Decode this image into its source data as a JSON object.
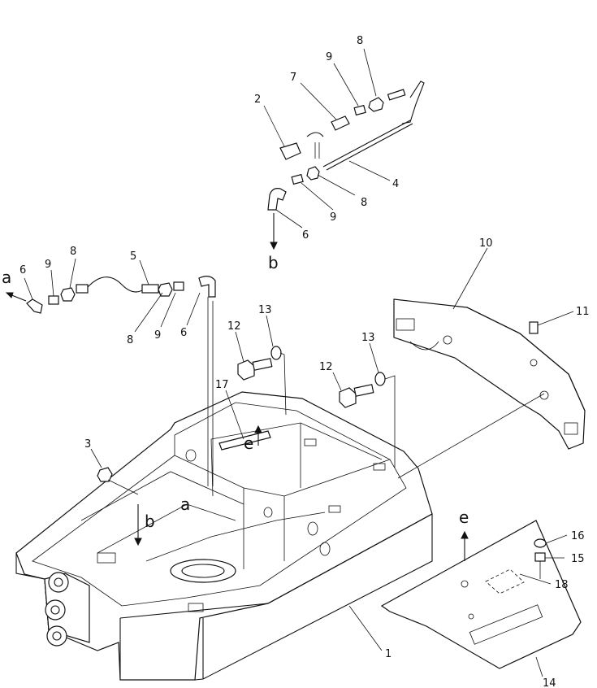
{
  "callouts": [
    {
      "id": "c8-top",
      "text": "8"
    },
    {
      "id": "c9-top",
      "text": "9"
    },
    {
      "id": "c7",
      "text": "7"
    },
    {
      "id": "c2",
      "text": "2"
    },
    {
      "id": "c4",
      "text": "4"
    },
    {
      "id": "c8-mid",
      "text": "8"
    },
    {
      "id": "c9-mid",
      "text": "9"
    },
    {
      "id": "c6-top",
      "text": "6"
    },
    {
      "id": "c5",
      "text": "5"
    },
    {
      "id": "c6-left",
      "text": "6"
    },
    {
      "id": "c9-left",
      "text": "9"
    },
    {
      "id": "c8-left",
      "text": "8"
    },
    {
      "id": "c8-left-low",
      "text": "8"
    },
    {
      "id": "c9-left-low",
      "text": "9"
    },
    {
      "id": "c6-left-low",
      "text": "6"
    },
    {
      "id": "c10",
      "text": "10"
    },
    {
      "id": "c11",
      "text": "11"
    },
    {
      "id": "c12-a",
      "text": "12"
    },
    {
      "id": "c13-a",
      "text": "13"
    },
    {
      "id": "c13-b",
      "text": "13"
    },
    {
      "id": "c12-b",
      "text": "12"
    },
    {
      "id": "c17",
      "text": "17"
    },
    {
      "id": "c3",
      "text": "3"
    },
    {
      "id": "c16",
      "text": "16"
    },
    {
      "id": "c15",
      "text": "15"
    },
    {
      "id": "c18",
      "text": "18"
    },
    {
      "id": "c1",
      "text": "1"
    },
    {
      "id": "c14",
      "text": "14"
    }
  ],
  "connectors": {
    "a_left": "a",
    "a_frame": "a",
    "b_top": "b",
    "b_frame": "b",
    "e_frame": "e",
    "e_plate": "e"
  }
}
